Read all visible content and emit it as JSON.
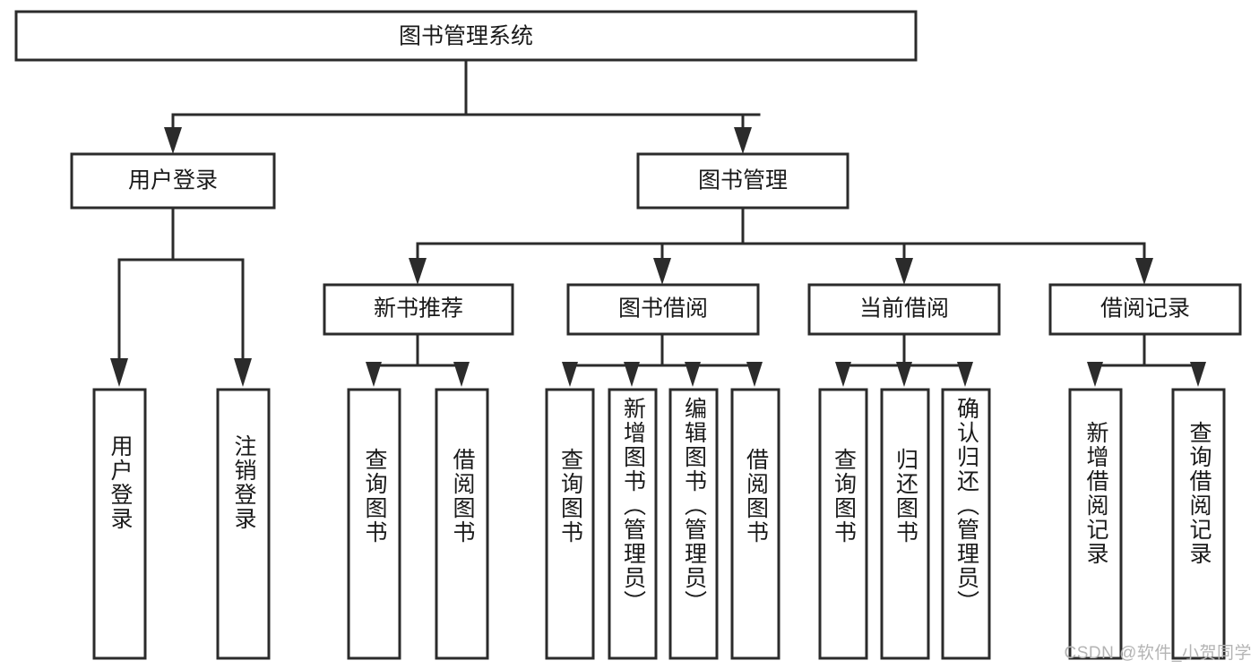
{
  "diagram": {
    "title": "图书管理系统",
    "type": "tree-hierarchy",
    "watermark": "CSDN @软件_小贺同学",
    "colors": {
      "box_stroke": "#2b2b2b",
      "box_fill": "#ffffff",
      "connector": "#2b2b2b",
      "text": "#1a1a1a",
      "watermark": "#b4b4b4",
      "background": "#ffffff"
    },
    "root": {
      "label": "图书管理系统",
      "orientation": "horizontal"
    },
    "level2": [
      {
        "label": "用户登录",
        "orientation": "horizontal"
      },
      {
        "label": "图书管理",
        "orientation": "horizontal"
      }
    ],
    "level3": [
      {
        "label": "新书推荐",
        "orientation": "horizontal",
        "parent": "图书管理"
      },
      {
        "label": "图书借阅",
        "orientation": "horizontal",
        "parent": "图书管理"
      },
      {
        "label": "当前借阅",
        "orientation": "horizontal",
        "parent": "图书管理"
      },
      {
        "label": "借阅记录",
        "orientation": "horizontal",
        "parent": "图书管理"
      }
    ],
    "leaves": {
      "用户登录": [
        {
          "label": "用户登录",
          "orientation": "vertical"
        },
        {
          "label": "注销登录",
          "orientation": "vertical"
        }
      ],
      "新书推荐": [
        {
          "label": "查询图书",
          "orientation": "vertical"
        },
        {
          "label": "借阅图书",
          "orientation": "vertical"
        }
      ],
      "图书借阅": [
        {
          "label": "查询图书",
          "orientation": "vertical"
        },
        {
          "label": "新增图书（管理员）",
          "orientation": "vertical"
        },
        {
          "label": "编辑图书（管理员）",
          "orientation": "vertical"
        },
        {
          "label": "借阅图书",
          "orientation": "vertical"
        }
      ],
      "当前借阅": [
        {
          "label": "查询图书",
          "orientation": "vertical"
        },
        {
          "label": "归还图书",
          "orientation": "vertical"
        },
        {
          "label": "确认归还（管理员）",
          "orientation": "vertical"
        }
      ],
      "借阅记录": [
        {
          "label": "新增借阅记录",
          "orientation": "vertical"
        },
        {
          "label": "查询借阅记录",
          "orientation": "vertical"
        }
      ]
    }
  }
}
